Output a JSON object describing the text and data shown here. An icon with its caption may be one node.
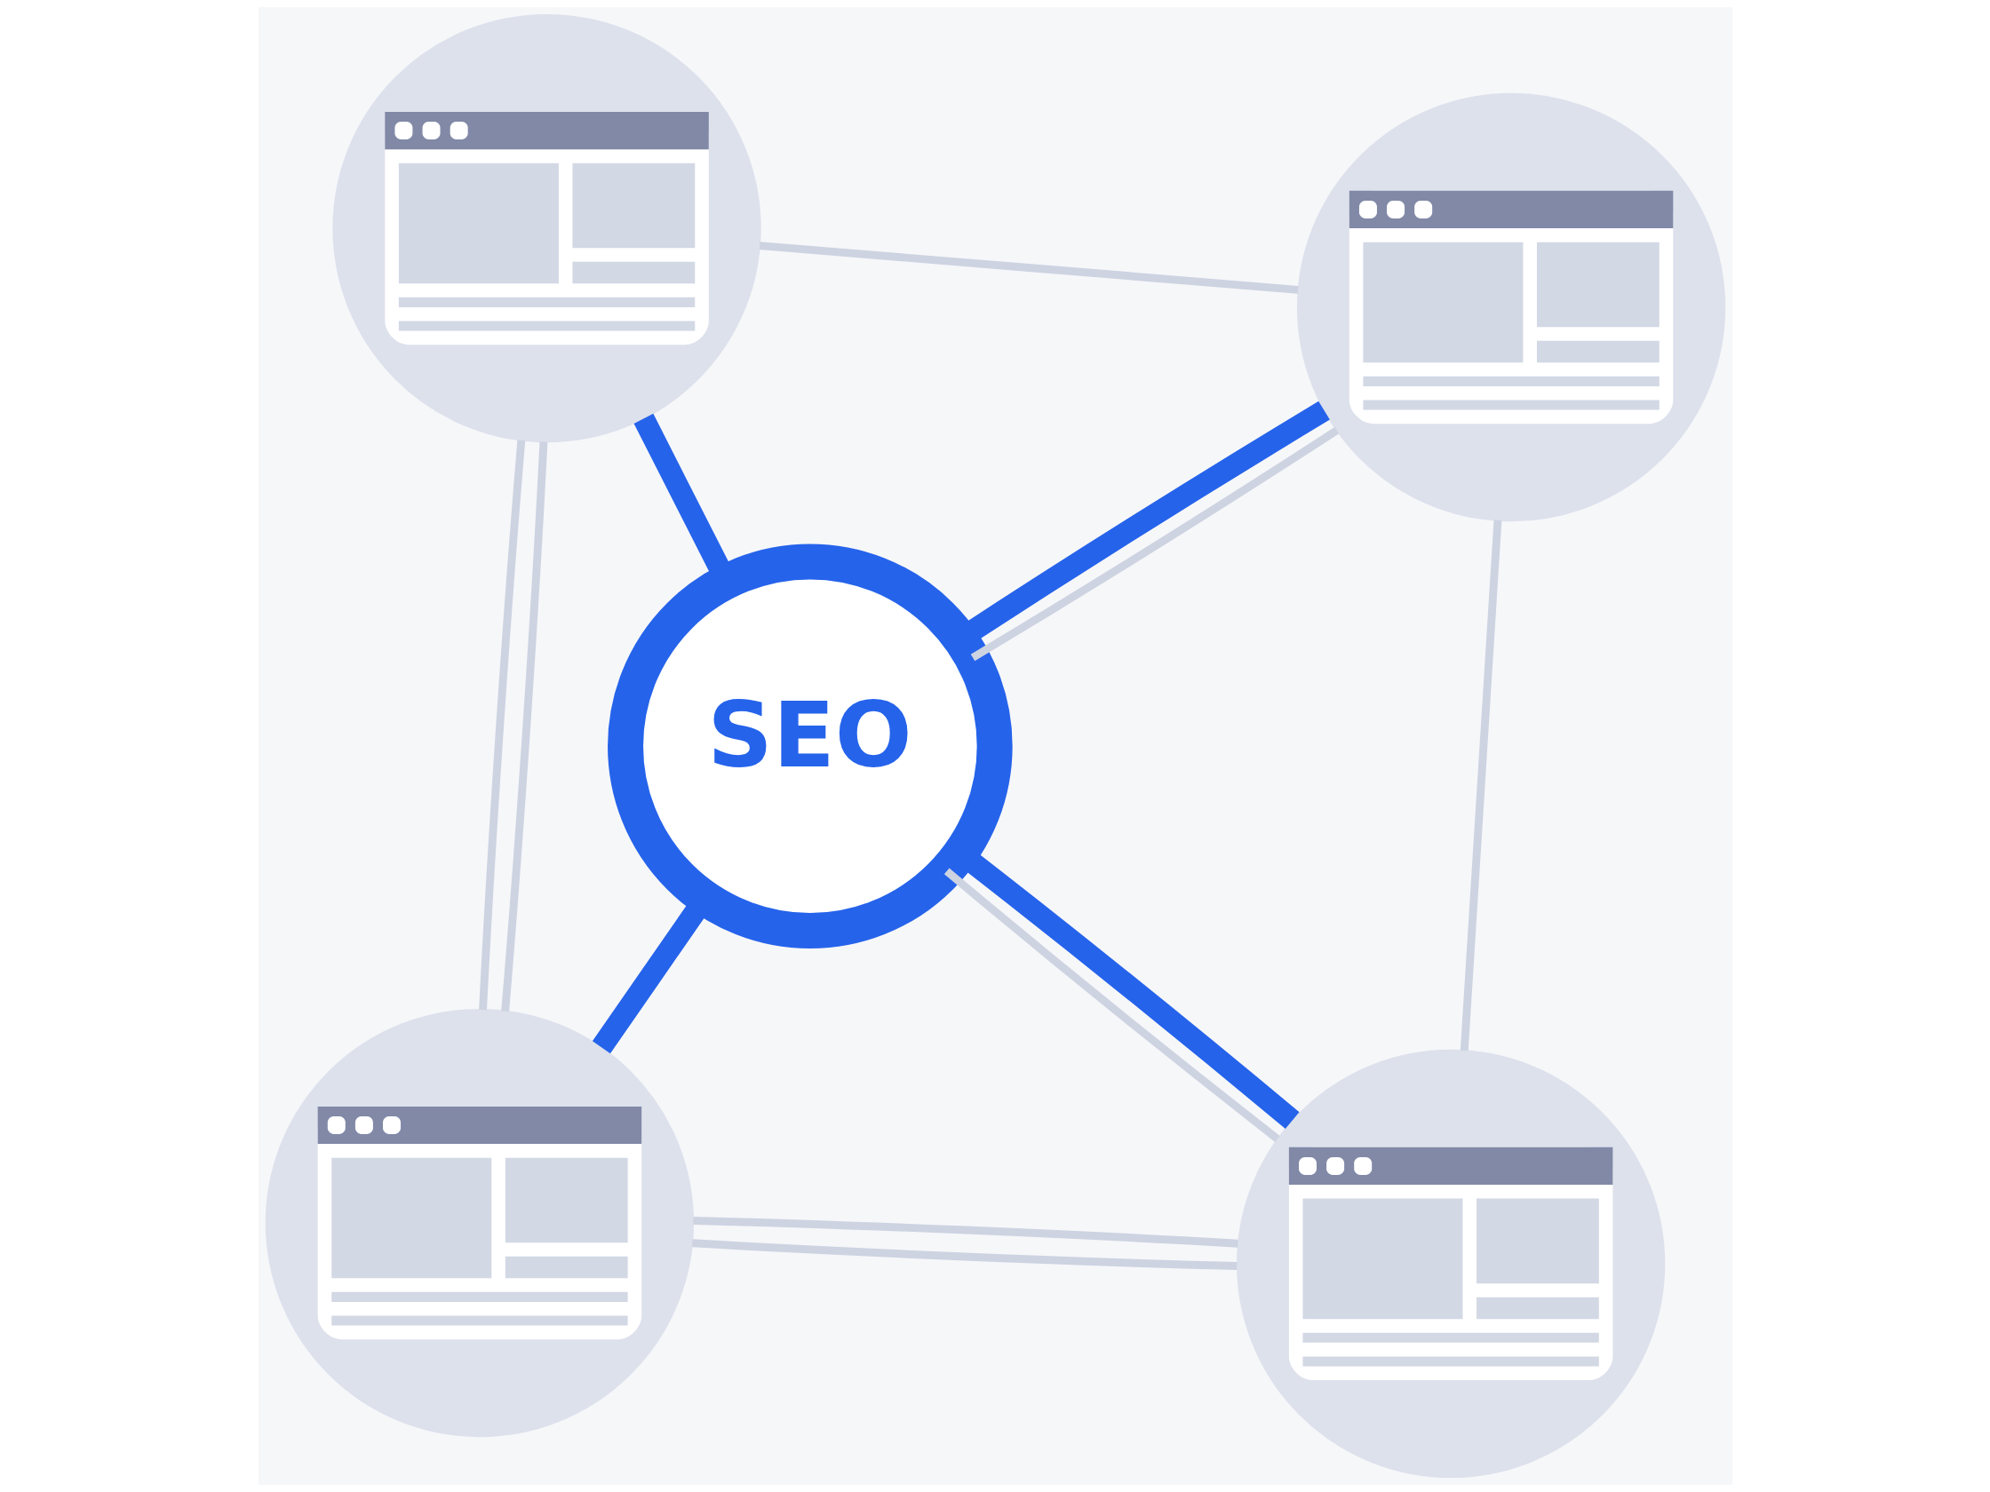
{
  "diagram": {
    "nodes": [
      {
        "text": [],
        "shape": "picture"
      },
      {
        "text": [],
        "shape": "picture"
      },
      {
        "text": [
          "SEO"
        ]
      },
      {
        "text": [],
        "shape": "picture"
      },
      {
        "text": [],
        "shape": "picture"
      }
    ],
    "edges": [
      {
        "from": 0,
        "to": 1,
        "arrow": "none"
      },
      {
        "from": 2,
        "to": 0,
        "arrow": "none",
        "style": "thick",
        "color": "#2563eb"
      },
      {
        "from": 2,
        "to": 1,
        "arrow": "none",
        "style": "thick",
        "color": "#2563eb"
      },
      {
        "from": 0,
        "to": 3,
        "arrow": "none"
      },
      {
        "from": 0,
        "to": 3,
        "arrow": "none"
      },
      {
        "from": 1,
        "to": 2,
        "arrow": "none"
      },
      {
        "from": 1,
        "to": 4,
        "arrow": "none"
      },
      {
        "from": 2,
        "to": 3,
        "arrow": "none",
        "style": "thick",
        "color": "#2563eb"
      },
      {
        "from": 2,
        "to": 4,
        "arrow": "none",
        "style": "thick",
        "color": "#2563eb"
      },
      {
        "from": 2,
        "to": 4,
        "arrow": "none"
      },
      {
        "from": 3,
        "to": 4,
        "arrow": "none"
      },
      {
        "from": 3,
        "to": 4,
        "arrow": "none"
      }
    ]
  }
}
